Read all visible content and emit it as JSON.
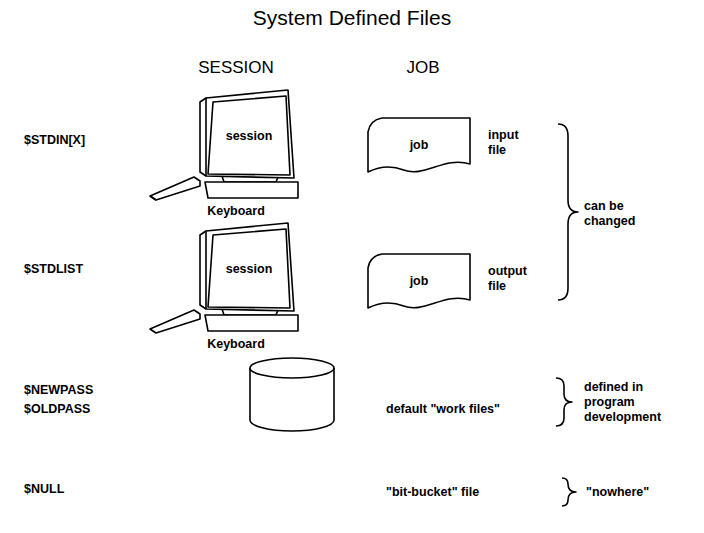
{
  "diagram": {
    "title": "System Defined Files",
    "nodes": [
      {
        "text": [
          "session"
        ]
      },
      {
        "text": [
          "job"
        ]
      },
      {
        "text": [
          "session"
        ]
      },
      {
        "text": [
          "job"
        ]
      }
    ],
    "edges": [],
    "labels": [
      "SESSION",
      "JOB",
      "$STDIN[X]",
      "input file",
      "Keyboard",
      "can be changed",
      "$STDLIST",
      "output file",
      "Keyboard",
      "$NEWPASS",
      "$OLDPASS",
      "default \"work files\"",
      "defined in program development",
      "$NULL",
      "\"bit-bucket\" file",
      "\"nowhere\""
    ]
  }
}
